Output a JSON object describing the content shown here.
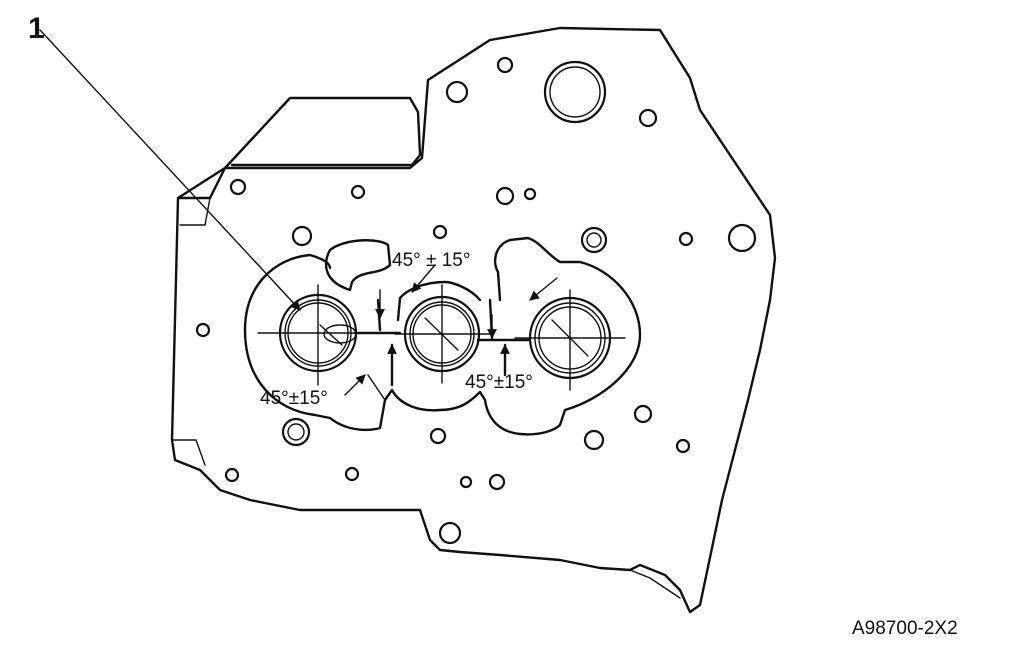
{
  "callout": {
    "number": "1"
  },
  "angles": {
    "top": "45° ± 15°",
    "left": "45°±15°",
    "right": "45°±15°"
  },
  "reference_code": "A98700-2X2"
}
